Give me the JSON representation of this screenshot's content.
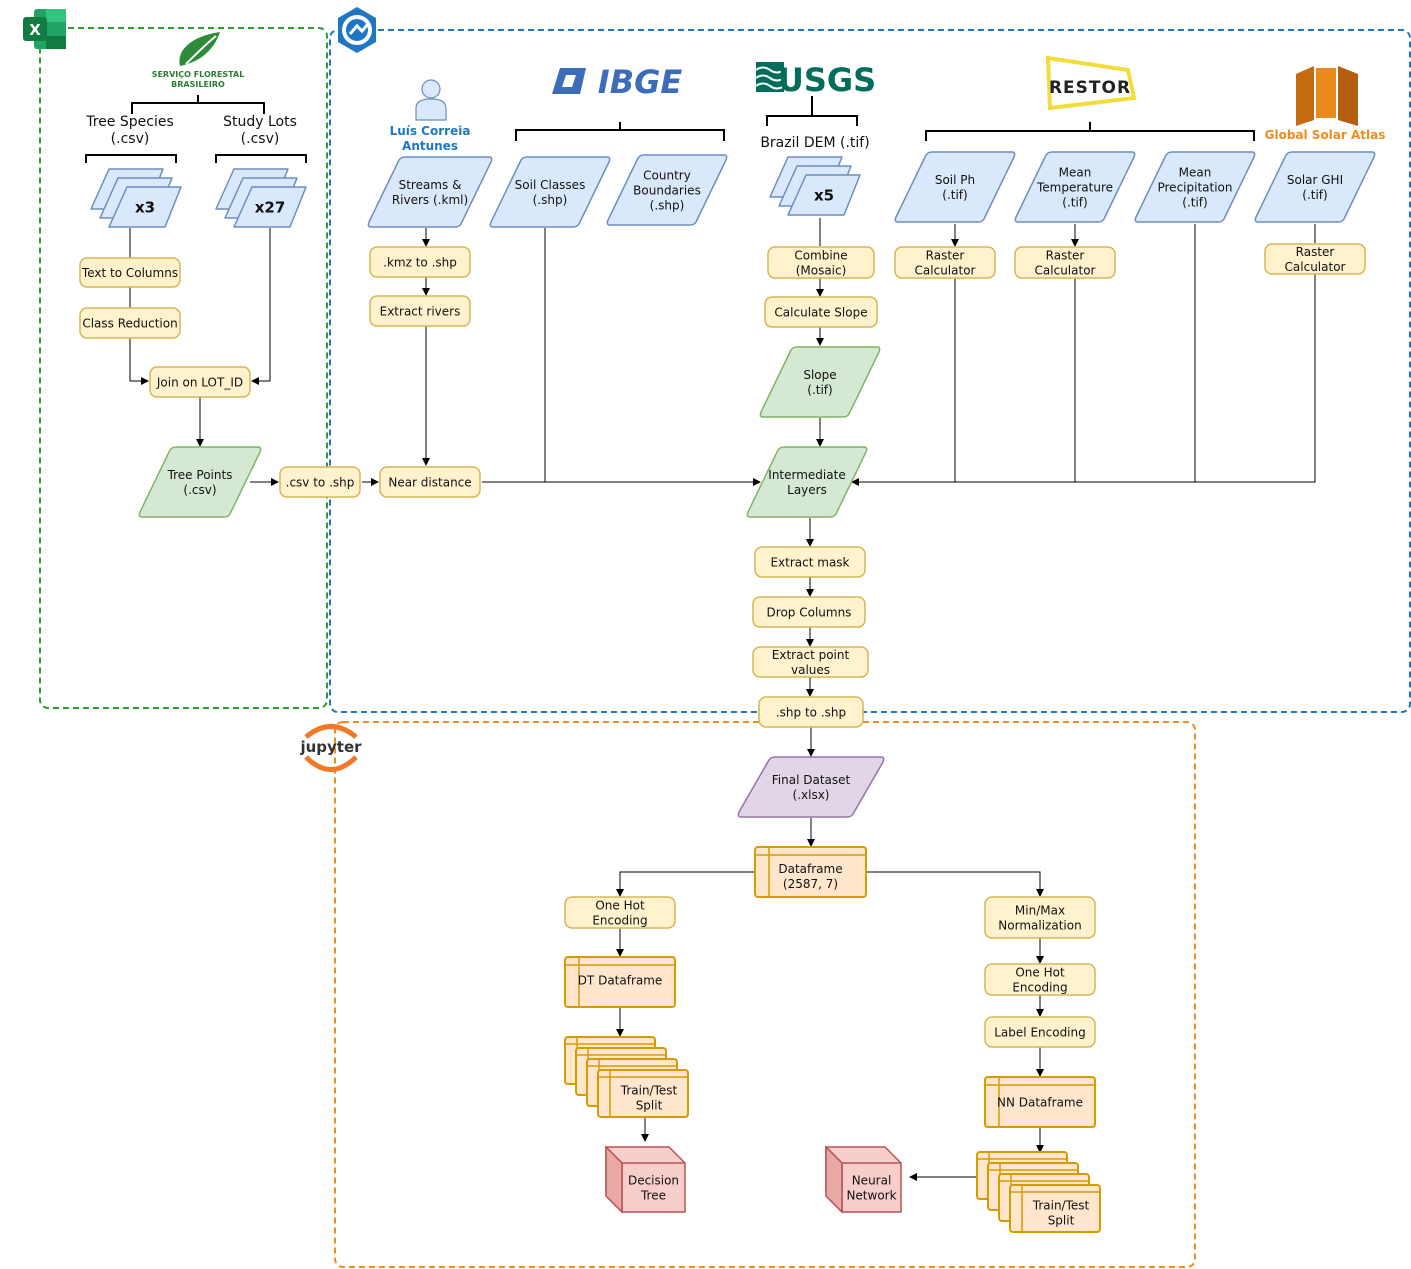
{
  "colors": {
    "yellow_fill": "#fff2cc",
    "yellow_stroke": "#d6b656",
    "blue_fill": "#dae8fc",
    "blue_stroke": "#6c8ebf",
    "green_fill": "#d5e8d4",
    "green_stroke": "#82b366",
    "purple_fill": "#e1d5e7",
    "purple_stroke": "#9673a6",
    "orange_fill": "#ffe6cc",
    "orange_stroke": "#d79b00",
    "red_fill": "#f8cecc",
    "red_stroke": "#b85450",
    "green_dash": "#2ca02c",
    "blue_dash": "#1f77c4",
    "orange_dash": "#f08c1e"
  },
  "logos": {
    "excel": "excel-logo",
    "arcgis": "arcgis-logo",
    "sfb_line1": "SERVIÇO FLORESTAL",
    "sfb_line2": "BRASILEIRO",
    "ibge": "IBGE",
    "usgs": "USGS",
    "restor": "RESTOR",
    "gsa": "Global Solar Atlas",
    "jupyter": "jupyter"
  },
  "person": {
    "line1": "Luís Correia",
    "line2": "Antunes"
  },
  "labels": {
    "tree_species": "Tree Species",
    "tree_species_ext": "(.csv)",
    "study_lots": "Study Lots",
    "study_lots_ext": "(.csv)",
    "brazil_dem": "Brazil DEM (.tif)"
  },
  "stacks": {
    "x3": "x3",
    "x27": "x27",
    "x5": "x5"
  },
  "excel_section": {
    "text_to_columns": "Text to Columns",
    "class_reduction": "Class Reduction",
    "join": "Join on LOT_ID",
    "tree_points": [
      "Tree Points",
      "(.csv)"
    ],
    "csv_to_shp": ".csv to .shp"
  },
  "gis_section": {
    "streams": [
      "Streams &",
      "Rivers (.kml)"
    ],
    "kmz_to_shp": ".kmz to .shp",
    "extract_rivers": "Extract rivers",
    "near_distance": "Near distance",
    "soil_classes": [
      "Soil Classes",
      "(.shp)"
    ],
    "country_boundaries": [
      "Country",
      "Boundaries",
      "(.shp)"
    ],
    "combine": [
      "Combine",
      "(Mosaic)"
    ],
    "calculate_slope": "Calculate Slope",
    "slope": [
      "Slope",
      "(.tif)"
    ],
    "intermediate": [
      "Intermediate",
      "Layers"
    ],
    "soil_ph": [
      "Soil Ph",
      "(.tif)"
    ],
    "mean_temp": [
      "Mean",
      "Temperature",
      "(.tif)"
    ],
    "mean_precip": [
      "Mean",
      "Precipitation",
      "(.tif)"
    ],
    "solar_ghi": [
      "Solar GHI",
      "(.tif)"
    ],
    "raster_calc": [
      "Raster",
      "Calculator"
    ],
    "extract_mask": "Extract mask",
    "drop_columns": "Drop Columns",
    "extract_point": [
      "Extract point",
      "values"
    ],
    "shp_to_shp": ".shp to .shp"
  },
  "jupyter_section": {
    "final_dataset": [
      "Final Dataset",
      "(.xlsx)"
    ],
    "dataframe": [
      "Dataframe",
      "(2587, 7)"
    ],
    "one_hot_left": [
      "One Hot",
      "Encoding"
    ],
    "dt_dataframe": "DT Dataframe",
    "train_test_left": [
      "Train/Test",
      "Split"
    ],
    "decision_tree": [
      "Decision",
      "Tree"
    ],
    "minmax": [
      "Min/Max",
      "Normalization"
    ],
    "one_hot_right": [
      "One Hot",
      "Encoding"
    ],
    "label_encoding": "Label Encoding",
    "nn_dataframe": "NN Dataframe",
    "train_test_right": [
      "Train/Test",
      "Split"
    ],
    "neural_network": [
      "Neural",
      "Network"
    ]
  }
}
